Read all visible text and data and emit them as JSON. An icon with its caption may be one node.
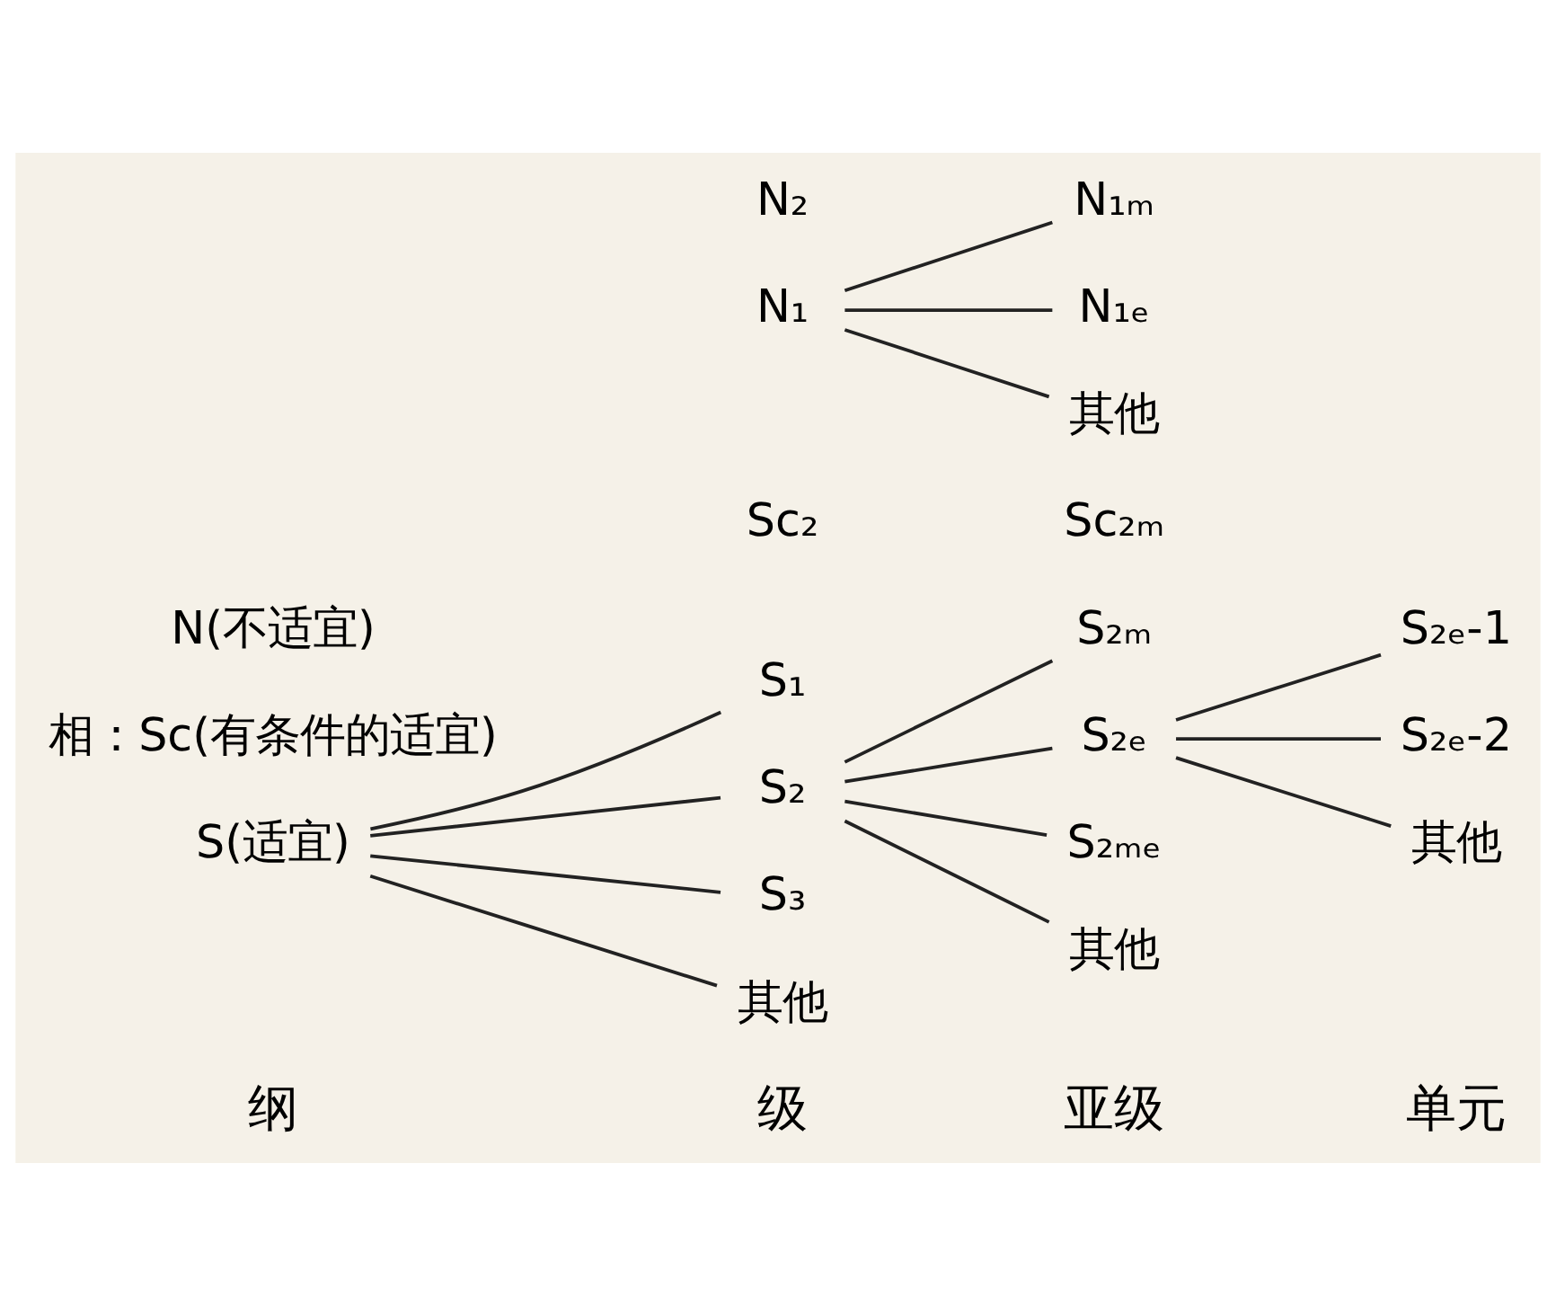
{
  "diagram": {
    "nodes": [
      {
        "text": [
          "S(适宜)"
        ]
      },
      {
        "text": [
          "S₁"
        ]
      },
      {
        "text": [
          "S₂"
        ]
      },
      {
        "text": [
          "S₃"
        ]
      },
      {
        "text": [
          "其他"
        ]
      },
      {
        "text": [
          "S₂ₘ"
        ]
      },
      {
        "text": [
          "S₂ₑ"
        ]
      },
      {
        "text": [
          "S₂ₘₑ"
        ]
      },
      {
        "text": [
          "其他"
        ]
      },
      {
        "text": [
          "S₂ₑ-1"
        ]
      },
      {
        "text": [
          "S₂ₑ-2"
        ]
      },
      {
        "text": [
          "其他"
        ]
      },
      {
        "text": [
          "N₁"
        ]
      },
      {
        "text": [
          "N₁ₘ"
        ]
      },
      {
        "text": [
          "N₁ₑ"
        ]
      },
      {
        "text": [
          "其他"
        ]
      }
    ],
    "edges": [
      {
        "from": 0,
        "to": 1,
        "arrow": "none"
      },
      {
        "from": 0,
        "to": 2,
        "arrow": "none"
      },
      {
        "from": 0,
        "to": 3,
        "arrow": "none"
      },
      {
        "from": 0,
        "to": 4,
        "arrow": "none"
      },
      {
        "from": 2,
        "to": 5,
        "arrow": "none"
      },
      {
        "from": 2,
        "to": 6,
        "arrow": "none"
      },
      {
        "from": 2,
        "to": 7,
        "arrow": "none"
      },
      {
        "from": 2,
        "to": 8,
        "arrow": "none"
      },
      {
        "from": 6,
        "to": 9,
        "arrow": "none"
      },
      {
        "from": 6,
        "to": 10,
        "arrow": "none"
      },
      {
        "from": 6,
        "to": 11,
        "arrow": "none"
      },
      {
        "from": 12,
        "to": 13,
        "arrow": "none"
      },
      {
        "from": 12,
        "to": 14,
        "arrow": "none"
      },
      {
        "from": 12,
        "to": 15,
        "arrow": "none"
      }
    ],
    "labels": [
      "纲",
      "级",
      "亚级",
      "单元",
      "相：Sc(有条件的适宜)",
      "Sc₂",
      "Sc₂ₘ",
      "N(不适宜)",
      "N₂"
    ]
  }
}
